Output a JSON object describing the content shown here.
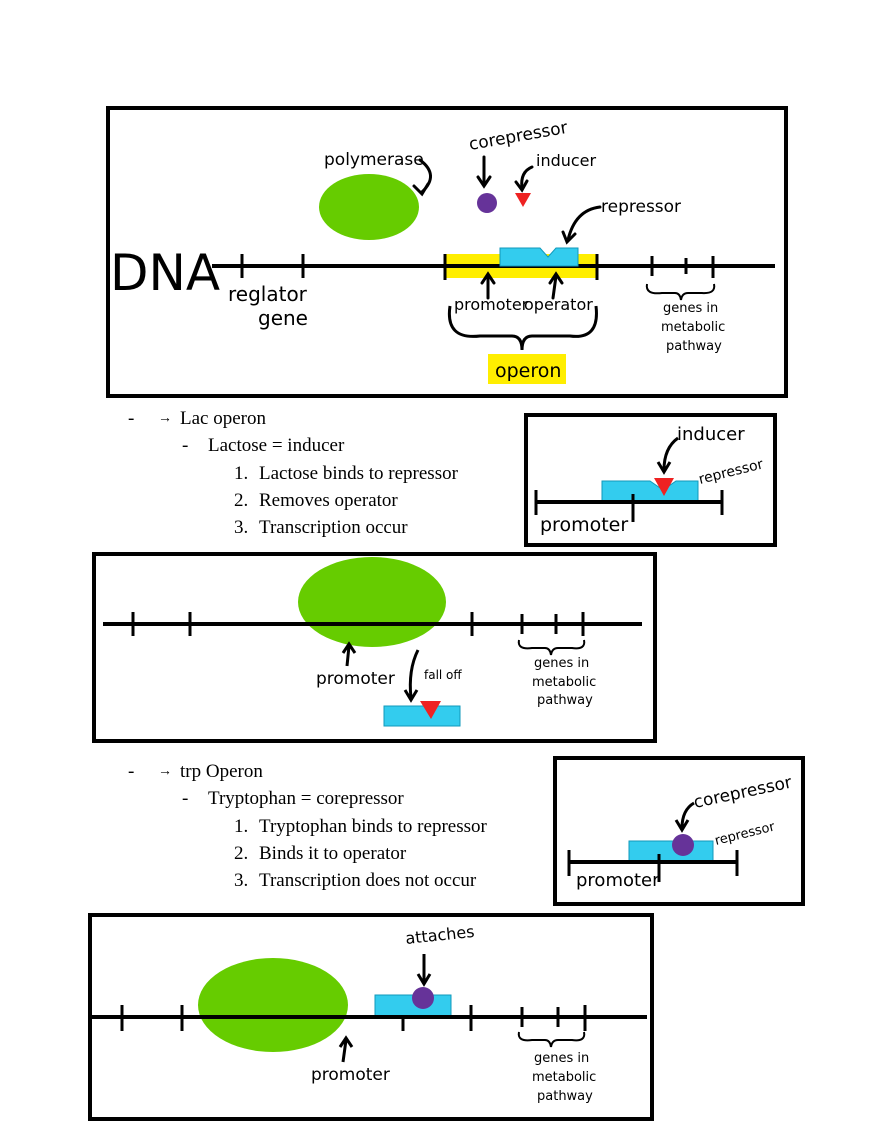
{
  "diagram1": {
    "dna_label": "DNA",
    "polymerase_label": "polymerase",
    "corepressor_label": "corepressor",
    "inducer_label": "inducer",
    "repressor_label": "repressor",
    "regulator_label_1": "reglator",
    "regulator_label_2": "gene",
    "promoter_label": "promoter",
    "operator_label": "operator",
    "operon_label": "operon",
    "genes_label_1": "genes in",
    "genes_label_2": "metabolic",
    "genes_label_3": "pathway"
  },
  "lac_notes": {
    "bullet": "-",
    "arrow": "→",
    "title": "Lac operon",
    "sub_bullet": "-",
    "subtitle": "Lactose = inducer",
    "steps": [
      {
        "num": "1.",
        "text": "Lactose binds to repressor"
      },
      {
        "num": "2.",
        "text": "Removes operator"
      },
      {
        "num": "3.",
        "text": "Transcription occur"
      }
    ]
  },
  "lac_inset": {
    "inducer_label": "inducer",
    "repressor_label": "repressor",
    "promoter_label": "promoter"
  },
  "diagram2": {
    "promoter_label": "promoter",
    "falloff_label": "fall off",
    "genes_label_1": "genes in",
    "genes_label_2": "metabolic",
    "genes_label_3": "pathway"
  },
  "trp_notes": {
    "bullet": "-",
    "arrow": "→",
    "title": "trp Operon",
    "sub_bullet": "-",
    "subtitle": "Tryptophan = corepressor",
    "steps": [
      {
        "num": "1.",
        "text": "Tryptophan binds to repressor"
      },
      {
        "num": "2.",
        "text": "Binds it to operator"
      },
      {
        "num": "3.",
        "text": "Transcription does not occur"
      }
    ]
  },
  "trp_inset": {
    "corepressor_label": "corepressor",
    "repressor_label": "repressor",
    "promoter_label": "promoter"
  },
  "diagram3": {
    "attaches_label": "attaches",
    "promoter_label": "promoter",
    "genes_label_1": "genes in",
    "genes_label_2": "metabolic",
    "genes_label_3": "pathway"
  },
  "colors": {
    "polymerase": "#66cc00",
    "repressor": "#33ccee",
    "inducer": "#ee2222",
    "corepressor": "#663399",
    "highlight": "#ffee00"
  }
}
